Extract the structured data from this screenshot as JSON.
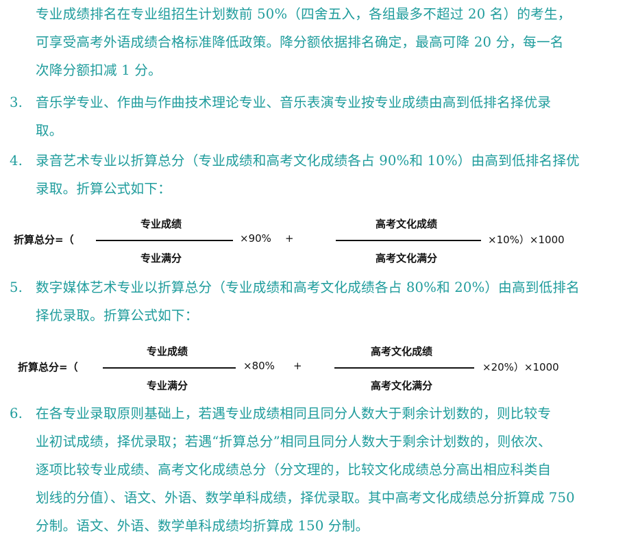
{
  "paragraphs": [
    {
      "num": "",
      "lines": [
        "专业成绩排名在专业组招生计划数前 50%（四舍五入，各组最多不超过 20 名）的考生，",
        "可享受高考外语成绩合格标准降低政策。降分额依据排名确定，最高可降 20 分，每一名",
        "次降分额扣减 1 分。"
      ]
    },
    {
      "num": "3.",
      "lines": [
        "音乐学专业、作曲与作曲技术理论专业、音乐表演专业按专业成绩由高到低排名择优录",
        "取。"
      ]
    },
    {
      "num": "4.",
      "lines": [
        "录音艺术专业以折算总分（专业成绩和高考文化成绩各占 90%和 10%）由高到低排名择优",
        "录取。折算公式如下："
      ]
    },
    {
      "num": "5.",
      "lines": [
        "数字媒体艺术专业以折算总分（专业成绩和高考文化成绩各占 80%和 20%）由高到低排名",
        "择优录取。折算公式如下："
      ]
    },
    {
      "num": "6.",
      "lines": [
        "在各专业录取原则基础上，若遇专业成绩相同且同分人数大于剩余计划数的，则比较专",
        "业初试成绩，择优录取；若遇“折算总分”相同且同分人数大于剩余计划数的，则依次、",
        "逐项比较专业成绩、高考文化成绩总分（分文理的，比较文化成绩总分高出相应科类自",
        "划线的分值）、语文、外语、数学单科成绩，择优录取。其中高考文化成绩总分折算成 750",
        "分制。语文、外语、数学单科成绩均折算成 150 分制。"
      ]
    }
  ],
  "formulas": [
    {
      "lhs": "折算总分=（",
      "num1": "专业成绩",
      "den1": "专业满分",
      "mult1": "×90%",
      "plus": "+",
      "num2": "高考文化成绩",
      "den2": "高考文化满分",
      "tail": "×10%）×1000"
    },
    {
      "lhs": "折算总分=（",
      "num1": "专业成绩",
      "den1": "专业满分",
      "mult1": "×80%",
      "plus": "+",
      "num2": "高考文化成绩",
      "den2": "高考文化满分",
      "tail": "×20%）×1000"
    }
  ],
  "colors": {
    "text": "#1f9c9c",
    "formula": "#111111"
  }
}
